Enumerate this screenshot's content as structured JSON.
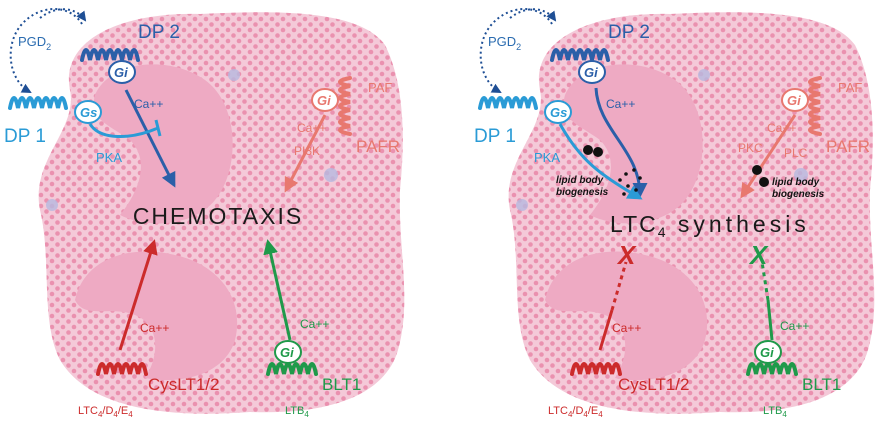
{
  "colors": {
    "blue": "#2b6cb0",
    "cyan": "#2a9bd6",
    "salmon": "#e8786f",
    "red": "#cc2b2b",
    "green": "#1f9a4a",
    "cell": "#f3c7d6",
    "nucleus": "#eea9c2",
    "granule": "#e887a8",
    "text": "#1a1a1a"
  },
  "left": {
    "dp2": "DP 2",
    "dp1": "DP 1",
    "pgd2_main": "PGD",
    "pgd2_sub": "2",
    "gi": "Gi",
    "gs": "Gs",
    "ca": "Ca++",
    "pka": "PKA",
    "paf": "PAF",
    "pafr": "PAFR",
    "pi3k": "PI3K",
    "center": "CHEMOTAXIS",
    "cyslt": "CysLT1/2",
    "lt_main": "LTC",
    "lt_sub1": "4",
    "lt_mid1": "/D",
    "lt_sub2": "4",
    "lt_mid2": "/E",
    "lt_sub3": "4",
    "blt1": "BLT1",
    "ltb_main": "LTB",
    "ltb_sub": "4"
  },
  "right": {
    "dp2": "DP 2",
    "dp1": "DP 1",
    "pgd2_main": "PGD",
    "pgd2_sub": "2",
    "gi": "Gi",
    "gs": "Gs",
    "ca": "Ca++",
    "pka": "PKA",
    "pkc": "PKC",
    "plc": "PLC",
    "paf": "PAF",
    "pafr": "PAFR",
    "lipid_line1": "lipid body",
    "lipid_line2": "biogenesis",
    "center_main": "LTC",
    "center_sub": "4",
    "center_rest": " synthesis",
    "x_mark": "X",
    "cyslt": "CysLT1/2",
    "lt_main": "LTC",
    "lt_sub1": "4",
    "lt_mid1": "/D",
    "lt_sub2": "4",
    "lt_mid2": "/E",
    "lt_sub3": "4",
    "blt1": "BLT1",
    "ltb_main": "LTB",
    "ltb_sub": "4"
  }
}
